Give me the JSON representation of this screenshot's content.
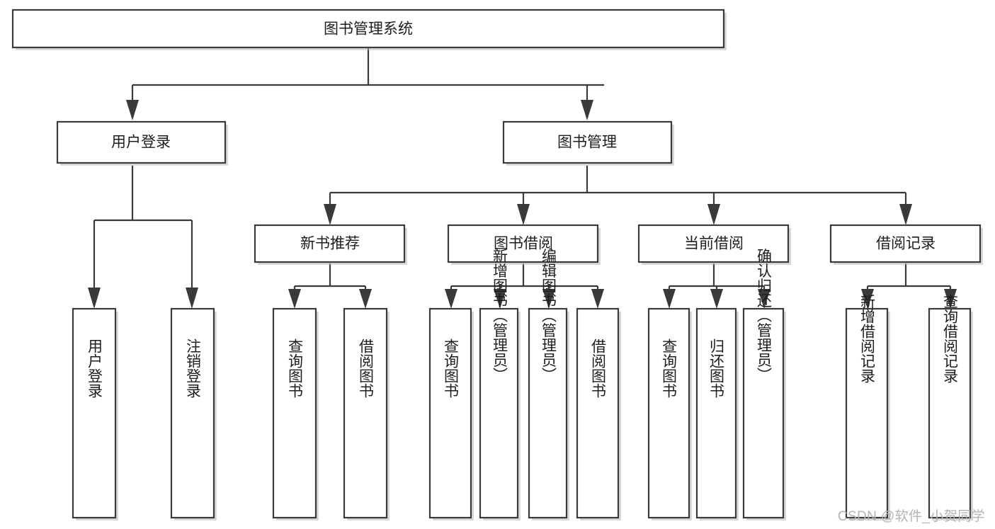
{
  "diagram": {
    "title": "图书管理系统",
    "type": "tree",
    "orientation": "top-down",
    "colors": {
      "box_fill": "#ffffff",
      "box_stroke": "#3a3a3a",
      "connector": "#3a3a3a",
      "text": "#1d1d1d",
      "background": "#ffffff",
      "watermark": "#b3b3b3"
    },
    "root": {
      "label": "图书管理系统"
    },
    "level2": [
      {
        "label": "用户登录"
      },
      {
        "label": "图书管理"
      }
    ],
    "level3": [
      {
        "label": "新书推荐"
      },
      {
        "label": "图书借阅"
      },
      {
        "label": "当前借阅"
      },
      {
        "label": "借阅记录"
      }
    ],
    "leaves": {
      "user_login": [
        {
          "label": "用户登录"
        },
        {
          "label": "注销登录"
        }
      ],
      "new_book_recommend": [
        {
          "label": "查询图书"
        },
        {
          "label": "借阅图书"
        }
      ],
      "book_borrow": [
        {
          "label": "查询图书"
        },
        {
          "label": "新增图书（管理员）"
        },
        {
          "label": "编辑图书（管理员）"
        },
        {
          "label": "借阅图书"
        }
      ],
      "current_borrow": [
        {
          "label": "查询图书"
        },
        {
          "label": "归还图书"
        },
        {
          "label": "确认归还（管理员）"
        }
      ],
      "borrow_record": [
        {
          "label": "新增借阅记录"
        },
        {
          "label": "查询借阅记录"
        }
      ]
    }
  },
  "watermark": {
    "text": "CSDN @软件_小贺同学"
  }
}
